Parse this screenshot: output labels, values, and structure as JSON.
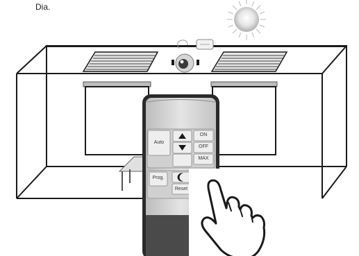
{
  "caption": "Dia.",
  "remote": {
    "auto_label": "Auto",
    "on_label": "ON",
    "off_label": "OFF",
    "max_label": "MAX",
    "prog_label": "Prog.",
    "reset_label": "Reset"
  },
  "icons": {
    "sun": "sun-icon",
    "sensor": "motion-sensor-icon",
    "hand": "pointing-hand-icon",
    "moon": "moon-icon"
  },
  "colors": {
    "line": "#1a1a1a",
    "remote_body": "#2a2a2a",
    "remote_face": "#d9d9d9",
    "button": "#eeeeee"
  }
}
